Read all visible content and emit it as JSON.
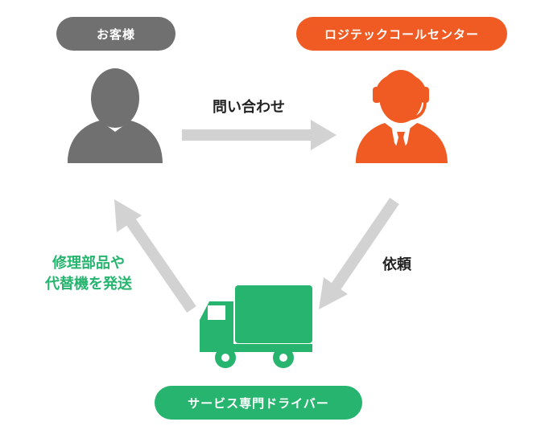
{
  "labels": {
    "customer": "お客様",
    "call_center": "ロジテックコールセンター",
    "driver": "サービス専門ドライバー",
    "inquiry": "問い合わせ",
    "request": "依頼",
    "send_line1": "修理部品や",
    "send_line2": "代替機を発送"
  },
  "colors": {
    "customer": "#707070",
    "call_center": "#f05a23",
    "driver": "#26b46f",
    "arrow": "#d2d2d2",
    "send_text": "#26b46f"
  },
  "icons": {
    "customer": "person-icon",
    "call_center": "operator-headset-icon",
    "driver": "truck-icon"
  }
}
